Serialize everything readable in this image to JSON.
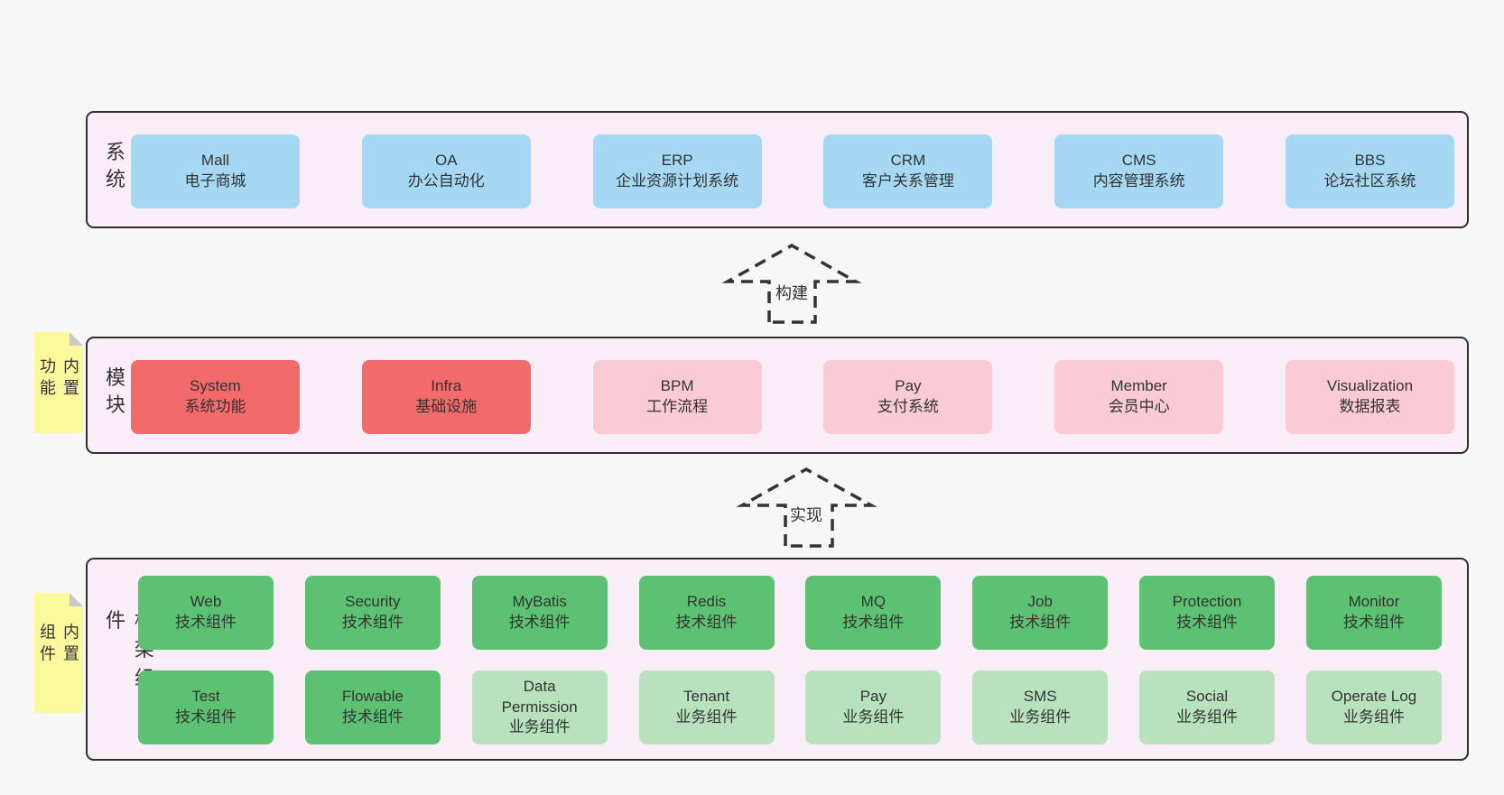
{
  "colors": {
    "page_bg": "#f7f7f7",
    "panel_bg": "#f9eef7",
    "panel_border": "#2f2f2f",
    "blue_box": "#a5d9f3",
    "red_box": "#f16b6b",
    "pink_box": "#facad5",
    "green_box": "#5cc171",
    "light_green_box": "#b7e2bd",
    "note_yellow": "#fafa9c",
    "note_fold_gray": "#c9c9c9",
    "text": "#333333"
  },
  "layers": {
    "business": {
      "label": "业务系统",
      "boxes": [
        {
          "en": "Mall",
          "zh": "电子商城"
        },
        {
          "en": "OA",
          "zh": "办公自动化"
        },
        {
          "en": "ERP",
          "zh": "企业资源计划系统"
        },
        {
          "en": "CRM",
          "zh": "客户关系管理"
        },
        {
          "en": "CMS",
          "zh": "内容管理系统"
        },
        {
          "en": "BBS",
          "zh": "论坛社区系统"
        }
      ]
    },
    "modules": {
      "label": "通用模块",
      "note": "内置功能",
      "boxes": [
        {
          "en": "System",
          "zh": "系统功能"
        },
        {
          "en": "Infra",
          "zh": "基础设施"
        },
        {
          "en": "BPM",
          "zh": "工作流程"
        },
        {
          "en": "Pay",
          "zh": "支付系统"
        },
        {
          "en": "Member",
          "zh": "会员中心"
        },
        {
          "en": "Visualization",
          "zh": "数据报表"
        }
      ]
    },
    "framework": {
      "label": "框架组件",
      "note": "内置组件",
      "row1": [
        {
          "en": "Web",
          "zh": "技术组件"
        },
        {
          "en": "Security",
          "zh": "技术组件"
        },
        {
          "en": "MyBatis",
          "zh": "技术组件"
        },
        {
          "en": "Redis",
          "zh": "技术组件"
        },
        {
          "en": "MQ",
          "zh": "技术组件"
        },
        {
          "en": "Job",
          "zh": "技术组件"
        },
        {
          "en": "Protection",
          "zh": "技术组件"
        },
        {
          "en": "Monitor",
          "zh": "技术组件"
        }
      ],
      "row2": [
        {
          "en": "Test",
          "zh": "技术组件"
        },
        {
          "en": "Flowable",
          "zh": "技术组件"
        },
        {
          "en": "Data\nPermission",
          "zh": "业务组件"
        },
        {
          "en": "Tenant",
          "zh": "业务组件"
        },
        {
          "en": "Pay",
          "zh": "业务组件"
        },
        {
          "en": "SMS",
          "zh": "业务组件"
        },
        {
          "en": "Social",
          "zh": "业务组件"
        },
        {
          "en": "Operate Log",
          "zh": "业务组件"
        }
      ]
    }
  },
  "arrows": {
    "build": "构建",
    "implement": "实现"
  }
}
